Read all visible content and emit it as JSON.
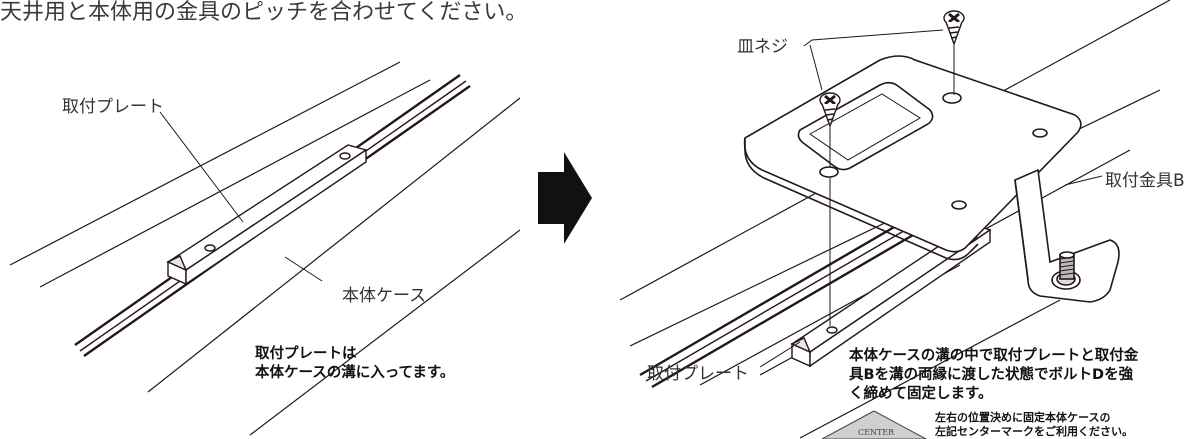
{
  "instruction": "天井用と本体用の金具のピッチを合わせてください。",
  "left_figure": {
    "label_plate": "取付プレート",
    "label_case": "本体ケース",
    "caption": [
      "取付プレートは",
      "本体ケースの溝に入ってます。"
    ]
  },
  "right_figure": {
    "label_screw": "皿ネジ",
    "label_bracket": "取付金具B",
    "label_plate": "取付プレート",
    "caption": [
      "本体ケースの溝の中で取付プレートと取付金",
      "具Bを溝の両縁に渡した状態でボルトDを強",
      "く締めて固定します。"
    ],
    "center_note": [
      "左右の位置決めに固定本体ケースの",
      "左記センターマークをご利用ください。"
    ],
    "center_mark_text": "CENTER"
  },
  "colors": {
    "line": "#231815",
    "arrow": "#111111",
    "center_mark_fill": "#cfcfcf"
  }
}
